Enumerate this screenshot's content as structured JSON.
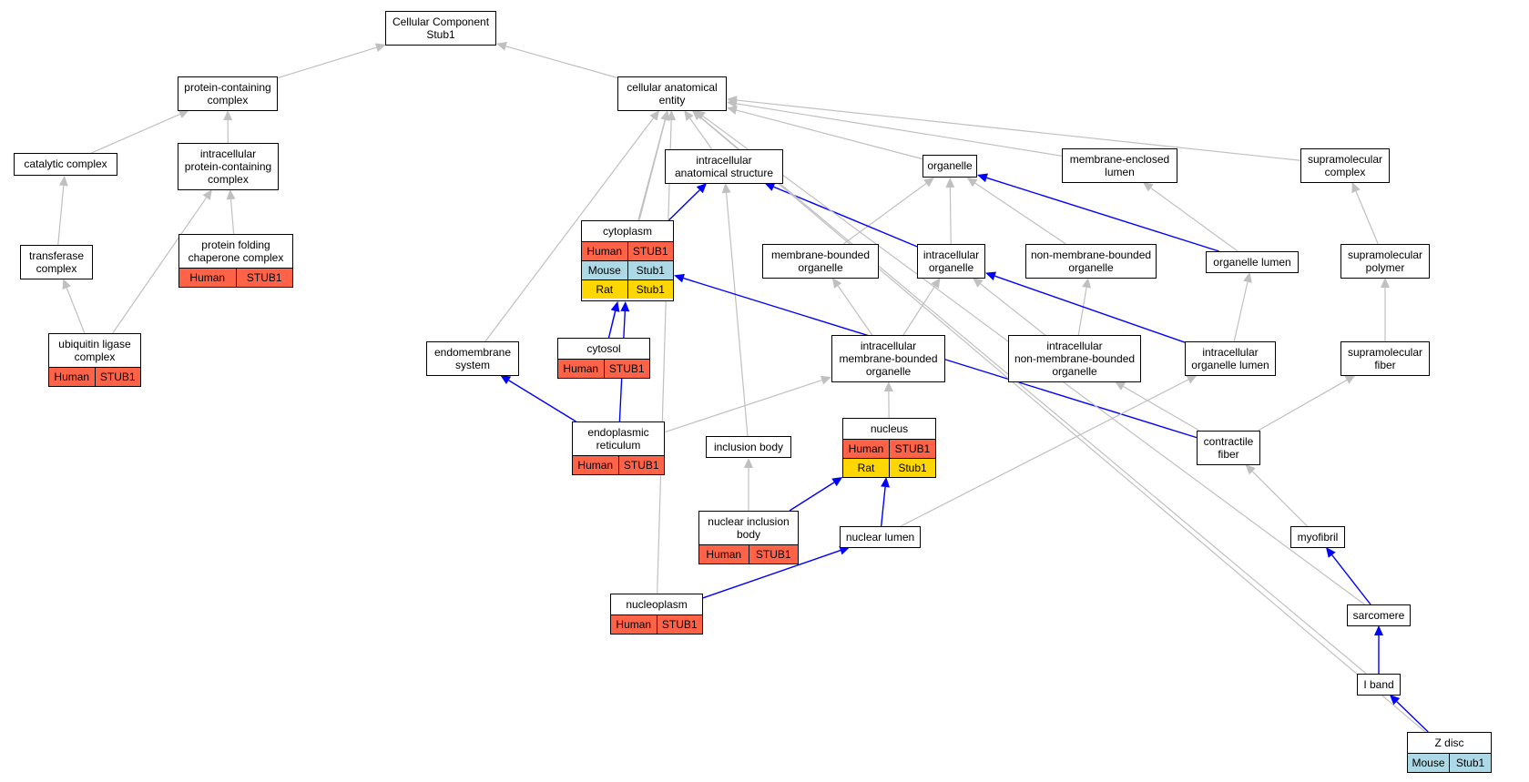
{
  "colors": {
    "grey_edge": "#c0c0c0",
    "blue_edge": "#0000ff",
    "Human": "#ff6347",
    "Mouse": "#add8e6",
    "Rat": "#ffd700"
  },
  "nodes": {
    "cc_stub1": {
      "label": "Cellular Component\nStub1",
      "annotations": []
    },
    "protein_containing_complex": {
      "label": "protein-containing\ncomplex",
      "annotations": []
    },
    "cellular_anatomical_entity": {
      "label": "cellular anatomical\nentity",
      "annotations": []
    },
    "catalytic_complex": {
      "label": "catalytic complex",
      "annotations": []
    },
    "intracellular_pcc": {
      "label": "intracellular\nprotein-containing\ncomplex",
      "annotations": []
    },
    "transferase_complex": {
      "label": "transferase\ncomplex",
      "annotations": []
    },
    "protein_folding_chaperone": {
      "label": "protein folding\nchaperone complex",
      "annotations": [
        {
          "species": "Human",
          "gene": "STUB1"
        }
      ]
    },
    "ubiquitin_ligase": {
      "label": "ubiquitin ligase\ncomplex",
      "annotations": [
        {
          "species": "Human",
          "gene": "STUB1"
        }
      ]
    },
    "intracellular_anatomical_structure": {
      "label": "intracellular\nanatomical structure",
      "annotations": []
    },
    "organelle": {
      "label": "organelle",
      "annotations": []
    },
    "membrane_enclosed_lumen": {
      "label": "membrane-enclosed\nlumen",
      "annotations": []
    },
    "supramolecular_complex": {
      "label": "supramolecular\ncomplex",
      "annotations": []
    },
    "cytoplasm": {
      "label": "cytoplasm",
      "annotations": [
        {
          "species": "Human",
          "gene": "STUB1"
        },
        {
          "species": "Mouse",
          "gene": "Stub1"
        },
        {
          "species": "Rat",
          "gene": "Stub1"
        }
      ]
    },
    "membrane_bounded_organelle": {
      "label": "membrane-bounded\norganelle",
      "annotations": []
    },
    "intracellular_organelle": {
      "label": "intracellular\norganelle",
      "annotations": []
    },
    "non_membrane_bounded_organelle": {
      "label": "non-membrane-bounded\norganelle",
      "annotations": []
    },
    "organelle_lumen": {
      "label": "organelle lumen",
      "annotations": []
    },
    "supramolecular_polymer": {
      "label": "supramolecular\npolymer",
      "annotations": []
    },
    "endomembrane_system": {
      "label": "endomembrane\nsystem",
      "annotations": []
    },
    "cytosol": {
      "label": "cytosol",
      "annotations": [
        {
          "species": "Human",
          "gene": "STUB1"
        }
      ]
    },
    "intracellular_mbo": {
      "label": "intracellular\nmembrane-bounded\norganelle",
      "annotations": []
    },
    "intracellular_nmbo": {
      "label": "intracellular\nnon-membrane-bounded\norganelle",
      "annotations": []
    },
    "intracellular_organelle_lumen": {
      "label": "intracellular\norganelle lumen",
      "annotations": []
    },
    "supramolecular_fiber": {
      "label": "supramolecular\nfiber",
      "annotations": []
    },
    "endoplasmic_reticulum": {
      "label": "endoplasmic\nreticulum",
      "annotations": [
        {
          "species": "Human",
          "gene": "STUB1"
        }
      ]
    },
    "nucleus": {
      "label": "nucleus",
      "annotations": [
        {
          "species": "Human",
          "gene": "STUB1"
        },
        {
          "species": "Rat",
          "gene": "Stub1"
        }
      ]
    },
    "inclusion_body": {
      "label": "inclusion body",
      "annotations": []
    },
    "contractile_fiber": {
      "label": "contractile\nfiber",
      "annotations": []
    },
    "nuclear_inclusion_body": {
      "label": "nuclear inclusion\nbody",
      "annotations": [
        {
          "species": "Human",
          "gene": "STUB1"
        }
      ]
    },
    "nuclear_lumen": {
      "label": "nuclear lumen",
      "annotations": []
    },
    "myofibril": {
      "label": "myofibril",
      "annotations": []
    },
    "nucleoplasm": {
      "label": "nucleoplasm",
      "annotations": [
        {
          "species": "Human",
          "gene": "STUB1"
        }
      ]
    },
    "sarcomere": {
      "label": "sarcomere",
      "annotations": []
    },
    "i_band": {
      "label": "I band",
      "annotations": []
    },
    "z_disc": {
      "label": "Z disc",
      "annotations": [
        {
          "species": "Mouse",
          "gene": "Stub1"
        }
      ]
    }
  },
  "edges": [
    {
      "from": "protein_containing_complex",
      "to": "cc_stub1",
      "type": "is_a"
    },
    {
      "from": "cellular_anatomical_entity",
      "to": "cc_stub1",
      "type": "is_a"
    },
    {
      "from": "catalytic_complex",
      "to": "protein_containing_complex",
      "type": "is_a"
    },
    {
      "from": "intracellular_pcc",
      "to": "protein_containing_complex",
      "type": "is_a"
    },
    {
      "from": "transferase_complex",
      "to": "catalytic_complex",
      "type": "is_a"
    },
    {
      "from": "protein_folding_chaperone",
      "to": "intracellular_pcc",
      "type": "is_a"
    },
    {
      "from": "ubiquitin_ligase",
      "to": "transferase_complex",
      "type": "is_a"
    },
    {
      "from": "ubiquitin_ligase",
      "to": "intracellular_pcc",
      "type": "is_a"
    },
    {
      "from": "intracellular_anatomical_structure",
      "to": "cellular_anatomical_entity",
      "type": "is_a"
    },
    {
      "from": "organelle",
      "to": "cellular_anatomical_entity",
      "type": "is_a"
    },
    {
      "from": "membrane_enclosed_lumen",
      "to": "cellular_anatomical_entity",
      "type": "is_a"
    },
    {
      "from": "supramolecular_complex",
      "to": "cellular_anatomical_entity",
      "type": "is_a"
    },
    {
      "from": "cytoplasm",
      "to": "cellular_anatomical_entity",
      "type": "is_a"
    },
    {
      "from": "cytoplasm",
      "to": "intracellular_anatomical_structure",
      "type": "part_of"
    },
    {
      "from": "membrane_bounded_organelle",
      "to": "organelle",
      "type": "is_a"
    },
    {
      "from": "intracellular_organelle",
      "to": "organelle",
      "type": "is_a"
    },
    {
      "from": "intracellular_organelle",
      "to": "intracellular_anatomical_structure",
      "type": "part_of"
    },
    {
      "from": "non_membrane_bounded_organelle",
      "to": "organelle",
      "type": "is_a"
    },
    {
      "from": "organelle_lumen",
      "to": "membrane_enclosed_lumen",
      "type": "is_a"
    },
    {
      "from": "organelle_lumen",
      "to": "organelle",
      "type": "part_of"
    },
    {
      "from": "supramolecular_polymer",
      "to": "supramolecular_complex",
      "type": "is_a"
    },
    {
      "from": "endomembrane_system",
      "to": "cellular_anatomical_entity",
      "type": "is_a"
    },
    {
      "from": "cytosol",
      "to": "cellular_anatomical_entity",
      "type": "is_a"
    },
    {
      "from": "cytosol",
      "to": "cytoplasm",
      "type": "part_of"
    },
    {
      "from": "intracellular_mbo",
      "to": "membrane_bounded_organelle",
      "type": "is_a"
    },
    {
      "from": "intracellular_mbo",
      "to": "intracellular_organelle",
      "type": "is_a"
    },
    {
      "from": "intracellular_nmbo",
      "to": "non_membrane_bounded_organelle",
      "type": "is_a"
    },
    {
      "from": "intracellular_nmbo",
      "to": "intracellular_organelle",
      "type": "is_a"
    },
    {
      "from": "intracellular_organelle_lumen",
      "to": "organelle_lumen",
      "type": "is_a"
    },
    {
      "from": "intracellular_organelle_lumen",
      "to": "intracellular_organelle",
      "type": "part_of"
    },
    {
      "from": "supramolecular_fiber",
      "to": "supramolecular_polymer",
      "type": "is_a"
    },
    {
      "from": "endoplasmic_reticulum",
      "to": "intracellular_mbo",
      "type": "is_a"
    },
    {
      "from": "endoplasmic_reticulum",
      "to": "endomembrane_system",
      "type": "part_of"
    },
    {
      "from": "endoplasmic_reticulum",
      "to": "cytoplasm",
      "type": "part_of"
    },
    {
      "from": "nucleus",
      "to": "intracellular_mbo",
      "type": "is_a"
    },
    {
      "from": "inclusion_body",
      "to": "intracellular_anatomical_structure",
      "type": "is_a"
    },
    {
      "from": "contractile_fiber",
      "to": "intracellular_nmbo",
      "type": "is_a"
    },
    {
      "from": "contractile_fiber",
      "to": "supramolecular_fiber",
      "type": "is_a"
    },
    {
      "from": "contractile_fiber",
      "to": "cytoplasm",
      "type": "part_of"
    },
    {
      "from": "nuclear_inclusion_body",
      "to": "inclusion_body",
      "type": "is_a"
    },
    {
      "from": "nuclear_inclusion_body",
      "to": "nucleus",
      "type": "part_of"
    },
    {
      "from": "nuclear_lumen",
      "to": "intracellular_organelle_lumen",
      "type": "is_a"
    },
    {
      "from": "nuclear_lumen",
      "to": "nucleus",
      "type": "part_of"
    },
    {
      "from": "myofibril",
      "to": "contractile_fiber",
      "type": "is_a"
    },
    {
      "from": "nucleoplasm",
      "to": "cellular_anatomical_entity",
      "type": "is_a"
    },
    {
      "from": "nucleoplasm",
      "to": "nuclear_lumen",
      "type": "part_of"
    },
    {
      "from": "sarcomere",
      "to": "cellular_anatomical_entity",
      "type": "is_a"
    },
    {
      "from": "sarcomere",
      "to": "myofibril",
      "type": "part_of"
    },
    {
      "from": "i_band",
      "to": "cellular_anatomical_entity",
      "type": "is_a"
    },
    {
      "from": "i_band",
      "to": "sarcomere",
      "type": "part_of"
    },
    {
      "from": "z_disc",
      "to": "cellular_anatomical_entity",
      "type": "is_a"
    },
    {
      "from": "z_disc",
      "to": "i_band",
      "type": "part_of"
    }
  ]
}
